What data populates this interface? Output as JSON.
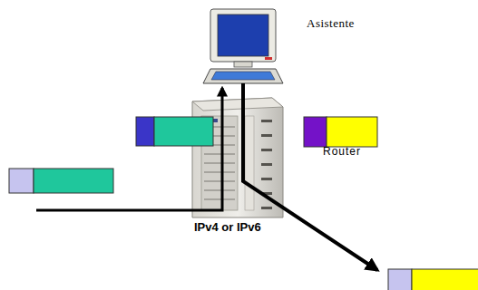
{
  "diagram": {
    "labels": [
      "Asistente",
      "Router",
      "IPv4 or IPv6"
    ]
  }
}
